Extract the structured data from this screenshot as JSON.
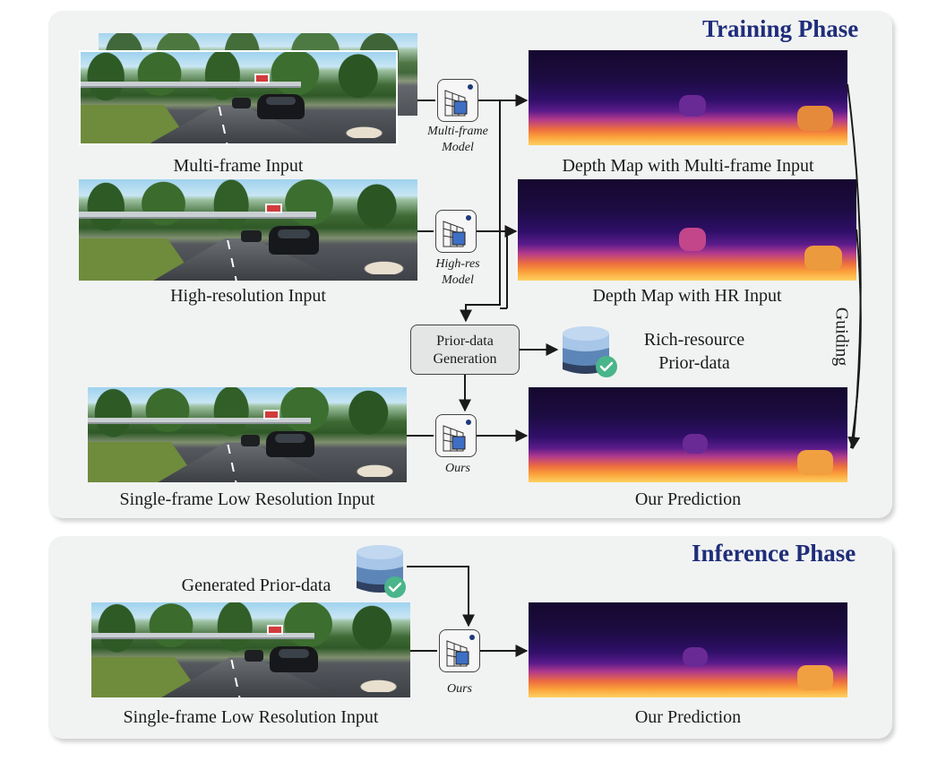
{
  "training": {
    "title": "Training Phase",
    "multi_frame_input_label": "Multi-frame Input",
    "high_res_input_label": "High-resolution Input",
    "single_frame_input_label": "Single-frame Low Resolution Input",
    "multi_frame_model_caption": "Multi-frame\nModel",
    "high_res_model_caption": "High-res\nModel",
    "ours_caption": "Ours",
    "depth_multi_label": "Depth Map with Multi-frame Input",
    "depth_hr_label": "Depth Map with HR Input",
    "our_prediction_label": "Our Prediction",
    "prior_gen_box": "Prior-data\nGeneration",
    "rich_prior_label": "Rich-resource\nPrior-data",
    "guiding_label": "Guiding"
  },
  "inference": {
    "title": "Inference Phase",
    "generated_prior_label": "Generated Prior-data",
    "single_frame_input_label": "Single-frame Low Resolution Input",
    "ours_caption": "Ours",
    "our_prediction_label": "Our Prediction"
  },
  "colors": {
    "title_blue": "#1f2d7a",
    "panel_bg": "#f1f3f3",
    "db_light": "#a7c6e8",
    "db_mid": "#5d86b8",
    "db_dark": "#2f4060",
    "check_green": "#4ab58a"
  },
  "icons": [
    "model-cube-icon",
    "database-icon",
    "check-icon"
  ]
}
